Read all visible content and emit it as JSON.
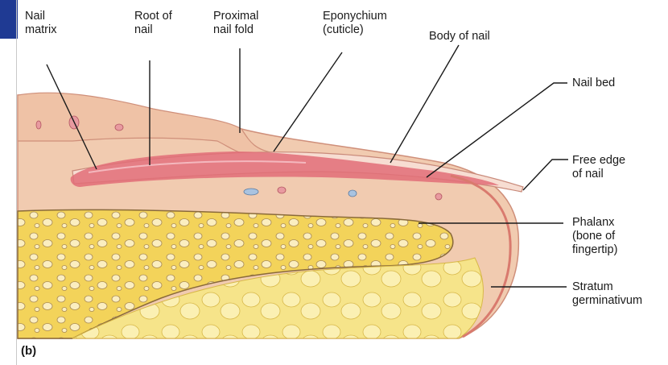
{
  "panel_label": "(b)",
  "labels": {
    "nail_matrix": [
      "Nail",
      "matrix"
    ],
    "root_of_nail": [
      "Root of",
      "nail"
    ],
    "proximal_nail_fold": [
      "Proximal",
      "nail fold"
    ],
    "eponychium": [
      "Eponychium",
      "(cuticle)"
    ],
    "body_of_nail": [
      "Body of nail"
    ],
    "nail_bed": [
      "Nail bed"
    ],
    "free_edge": [
      "Free edge",
      "of nail"
    ],
    "phalanx": [
      "Phalanx",
      "(bone of",
      "fingertip)"
    ],
    "stratum_germinativum": [
      "Stratum",
      "germinativum"
    ]
  },
  "colors": {
    "skin": "#f1cbb0",
    "skin_dark": "#d99b87",
    "nail": "#f7ddd2",
    "nail_root": "#e26d78",
    "bone": "#f3d35a",
    "bone_outline": "#8a6a3a",
    "subcutis": "#f7e6a8",
    "leader_line": "#1a1a1a",
    "accent_bar": "#1f3a93"
  }
}
